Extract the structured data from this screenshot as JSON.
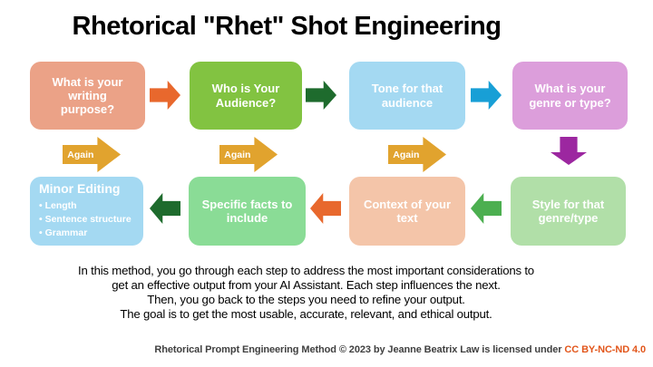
{
  "title": "Rhetorical \"Rhet\" Shot Engineering",
  "colors": {
    "salmon": "#EBA287",
    "salmon_light": "#F4C5A9",
    "green_mid": "#82C341",
    "green_fresh": "#8ADC96",
    "green_pastel": "#B1DFA8",
    "blue_light": "#A4D9F2",
    "pink_orchid": "#DC9EDB",
    "arrow_orange": "#E8682D",
    "arrow_gold": "#E1A32E",
    "arrow_dark_green": "#1E6B2D",
    "arrow_mid_green": "#4CAF50",
    "arrow_blue": "#189FD6",
    "arrow_purple": "#9C27A0",
    "footer_text": "#404040",
    "footer_link": "#E2561B"
  },
  "flow": {
    "again_label": "Again",
    "row1": [
      {
        "id": "writing-purpose",
        "label": "What is your\nwriting\npurpose?",
        "color": "#EBA287"
      },
      {
        "id": "audience",
        "label": "Who is Your\nAudience?",
        "color": "#82C341"
      },
      {
        "id": "tone",
        "label": "Tone for that\naudience",
        "color": "#A4D9F2"
      },
      {
        "id": "genre",
        "label": "What is your\ngenre or type?",
        "color": "#DC9EDB"
      }
    ],
    "row2": [
      {
        "id": "minor-editing",
        "title": "Minor Editing",
        "items": [
          "Length",
          "Sentence structure",
          "Grammar"
        ],
        "color": "#A4D9F2"
      },
      {
        "id": "specific-facts",
        "label": "Specific facts to\ninclude",
        "color": "#8ADC96"
      },
      {
        "id": "context",
        "label": "Context of your\ntext",
        "color": "#F4C5A9"
      },
      {
        "id": "style",
        "label": "Style for that\ngenre/type",
        "color": "#B1DFA8"
      }
    ]
  },
  "description": "In this method, you go through each step to address the most important considerations to\nget an effective output from your AI Assistant. Each step influences the next.\nThen, you go back to the steps you need to refine your output.\nThe goal is to get the most usable, accurate, relevant, and ethical output.",
  "footer": {
    "text": "Rhetorical Prompt Engineering Method © 2023 by Jeanne Beatrix Law is licensed under ",
    "license": "CC BY-NC-ND 4.0"
  }
}
